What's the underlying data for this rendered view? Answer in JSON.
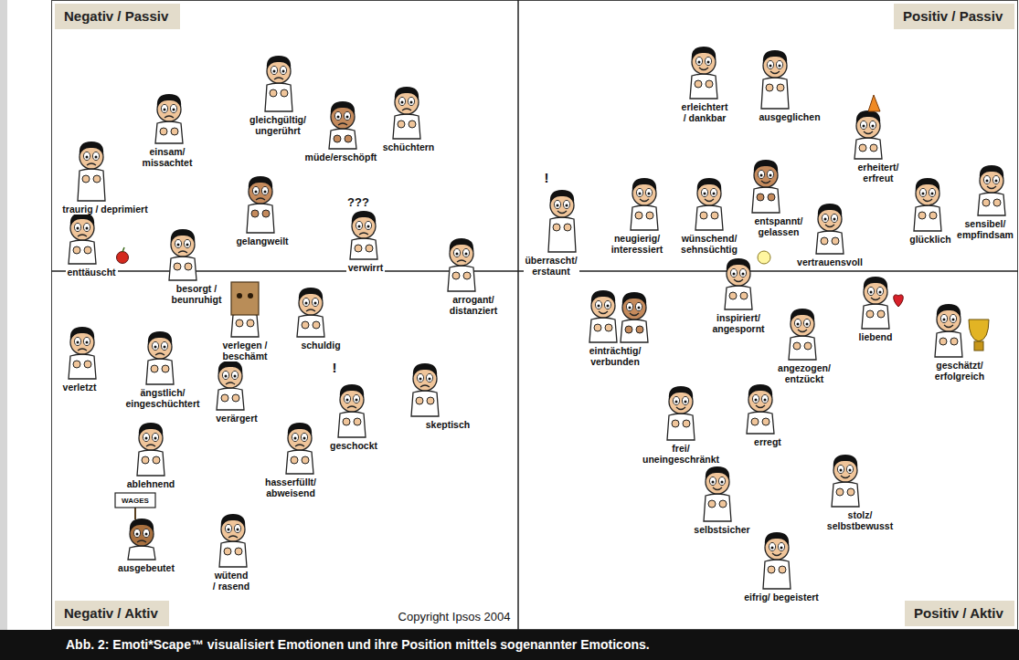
{
  "diagram": {
    "caption": "Abb. 2: Emoti*Scape™ visualisiert Emotionen und ihre Position mittels sogenannter Emoticons.",
    "nodes": [
      {
        "text": [
          "Negativ / Passiv"
        ]
      },
      {
        "text": [
          "Positiv / Passiv"
        ]
      },
      {
        "text": [
          "Negativ / Aktiv"
        ]
      },
      {
        "text": [
          "Positiv / Aktiv"
        ]
      }
    ],
    "labels": [
      "traurig / deprimiert",
      "einsam/ missachtet",
      "gleichgültig/ ungerührt",
      "müde/erschöpft",
      "schüchtern",
      "???",
      "gelangweilt",
      "enttäuscht",
      "besorgt / beunruhigt",
      "verwirrt",
      "arrogant/ distanziert",
      "verlegen / beschämt",
      "schuldig",
      "verletzt",
      "ängstlich/ eingeschüchtert",
      "verärgert",
      "!",
      "geschockt",
      "skeptisch",
      "ablehnend",
      "hasserfüllt/ abweisend",
      "WAGES",
      "ausgebeutet",
      "wütend / rasend",
      "Copyright Ipsos 2004",
      "erleichtert / dankbar",
      "ausgeglichen",
      "erheitert/ erfreut",
      "!",
      "überrascht/ erstaunt",
      "neugierig/ interessiert",
      "wünschend/ sehnsüchtig",
      "entspannt/ gelassen",
      "glücklich",
      "sensibel/ empfindsam",
      "vertrauensvoll",
      "einträchtig/ verbunden",
      "inspiriert/ angespornt",
      "liebend",
      "angezogen/ entzückt",
      "geschätzt/ erfolgreich",
      "frei/ uneingeschränkt",
      "erregt",
      "selbstsicher",
      "stolz/ selbstbewusst",
      "eifrig/ begeistert"
    ]
  }
}
